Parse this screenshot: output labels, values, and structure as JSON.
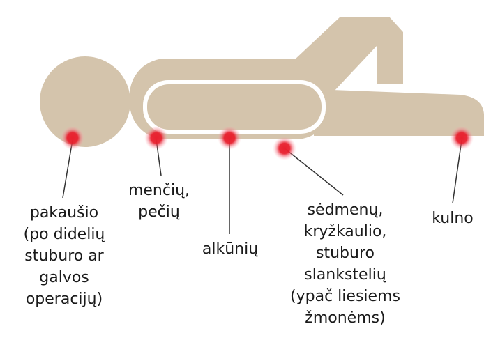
{
  "figure": {
    "body_color": "#d4c4ac",
    "point_color": "#e8202e"
  },
  "labels": {
    "head": "pakaušio\n(po didelių\nstuburo ar\ngalvos\noperacijų)",
    "shoulders": "menčių,\npečių",
    "elbows": "alkūnių",
    "sacrum": "sėdmenų,\nkryžkaulio,\nstuburo\nslankstelių\n(ypač liesiems\nžmonėms)",
    "heel": "kulno"
  }
}
